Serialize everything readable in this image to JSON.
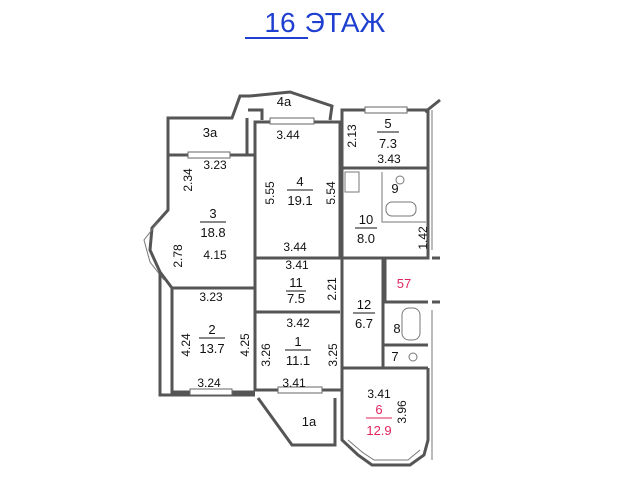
{
  "header": {
    "floor_number": "16",
    "floor_word": "ЭТАЖ",
    "color": "#1f3fd0"
  },
  "accent_red": "#e0245e",
  "balconies": {
    "b3a": "3a",
    "b4a": "4a",
    "b1a": "1a"
  },
  "rooms": {
    "r1": {
      "number": "1",
      "area": "11.1"
    },
    "r2": {
      "number": "2",
      "area": "13.7"
    },
    "r3": {
      "number": "3",
      "area": "18.8"
    },
    "r4": {
      "number": "4",
      "area": "19.1"
    },
    "r5": {
      "number": "5",
      "area": "7.3"
    },
    "r6": {
      "number": "6",
      "area": "12.9"
    },
    "r7": {
      "number": "7"
    },
    "r8": {
      "number": "8"
    },
    "r9": {
      "number": "9"
    },
    "r10": {
      "number": "10",
      "area": "8.0"
    },
    "r11": {
      "number": "11",
      "area": "7.5"
    },
    "r12": {
      "number": "12",
      "area": "6.7"
    },
    "apt": {
      "number": "57"
    }
  },
  "dims": {
    "r4_top": "3.44",
    "r5_h": "2.13",
    "r5_w": "3.43",
    "r3_top": "3.23",
    "r3_h": "2.34",
    "r4_left": "5.55",
    "r4_right": "5.54",
    "r10_h": "1.42",
    "r3_bay": "2.78",
    "r3_w": "4.15",
    "r4_bottom": "3.44",
    "r11_top": "3.41",
    "r11_h": "2.21",
    "r2_top": "3.23",
    "r1_top": "3.42",
    "r2_left": "4.24",
    "r2_right": "4.25",
    "r1_left": "3.26",
    "r1_right": "3.25",
    "r2_bottom": "3.24",
    "r1_bottom": "3.41",
    "r6_w": "3.41",
    "r6_h": "3.96"
  }
}
